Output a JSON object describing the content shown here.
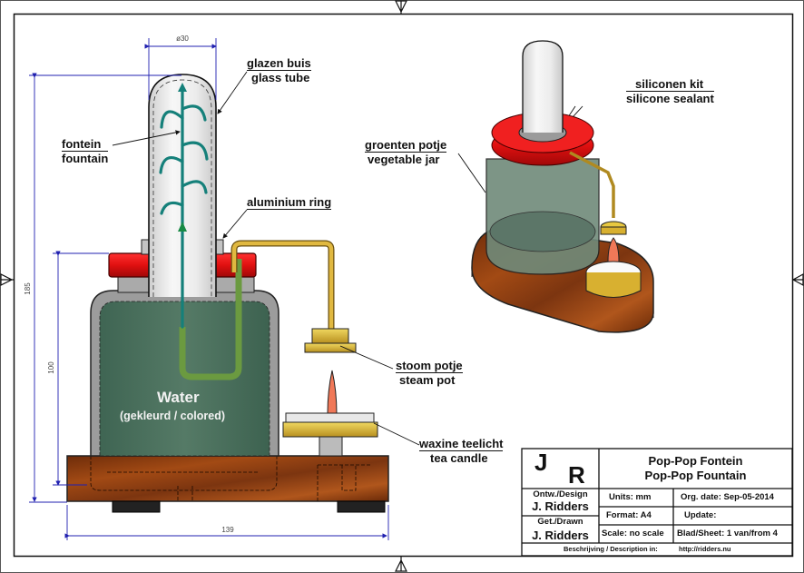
{
  "drawing": {
    "dimensions": {
      "tube_diameter": "ø30",
      "total_height": "185",
      "jar_height": "100",
      "base_width": "139"
    },
    "front_view_labels": {
      "glass_tube": {
        "nl": "glazen buis",
        "en": "glass tube"
      },
      "fountain": {
        "nl": "fontein",
        "en": "fountain"
      },
      "aluminium_ring": {
        "en": "aluminium ring"
      },
      "steam_pot": {
        "nl": "stoom potje",
        "en": "steam pot"
      },
      "tea_candle": {
        "nl": "waxine teelicht",
        "en": "tea candle"
      },
      "water": {
        "title": "Water",
        "subtitle": "(gekleurd / colored)"
      }
    },
    "iso_view_labels": {
      "silicone": {
        "nl": "siliconen kit",
        "en": "silicone sealant"
      },
      "vegetable_jar": {
        "nl": "groenten potje",
        "en": "vegetable jar"
      }
    },
    "colors": {
      "lid_red": "#e01010",
      "water_green": "#4e7360",
      "fountain_teal": "#15807a",
      "brass": "#d8b030",
      "wood": "#8a3c10",
      "dimension_blue": "#2020b0"
    }
  },
  "title_block": {
    "logo_j": "J",
    "logo_r": "R",
    "title_nl": "Pop-Pop Fontein",
    "title_en": "Pop-Pop Fountain",
    "design_label": "Ontw./Design",
    "design_name": "J. Ridders",
    "drawn_label": "Get./Drawn",
    "drawn_name": "J. Ridders",
    "units": "Units: mm",
    "format": "Format: A4",
    "scale": "Scale: no scale",
    "org_date": "Org. date: Sep-05-2014",
    "update": "Update:",
    "sheet": "Blad/Sheet: 1 van/from 4",
    "description_label": "Beschrijving / Description in:",
    "description_url": "http://ridders.nu"
  }
}
